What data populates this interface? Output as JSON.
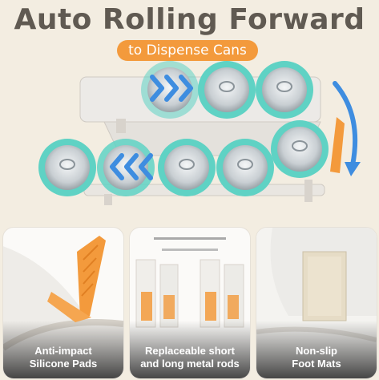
{
  "headline": "Auto Rolling Forward",
  "subheadline": "to Dispense Cans",
  "colors": {
    "accent_orange": "#f39a3c",
    "can_teal": "#5fd2c4",
    "arrow_blue": "#3e8de0",
    "title_gray": "#605a52"
  },
  "features": [
    {
      "line1": "Anti-impact",
      "line2": "Silicone Pads"
    },
    {
      "line1": "Replaceable short",
      "line2": "and long metal rods"
    },
    {
      "line1": "Non-slip",
      "line2": "Foot Mats"
    }
  ]
}
